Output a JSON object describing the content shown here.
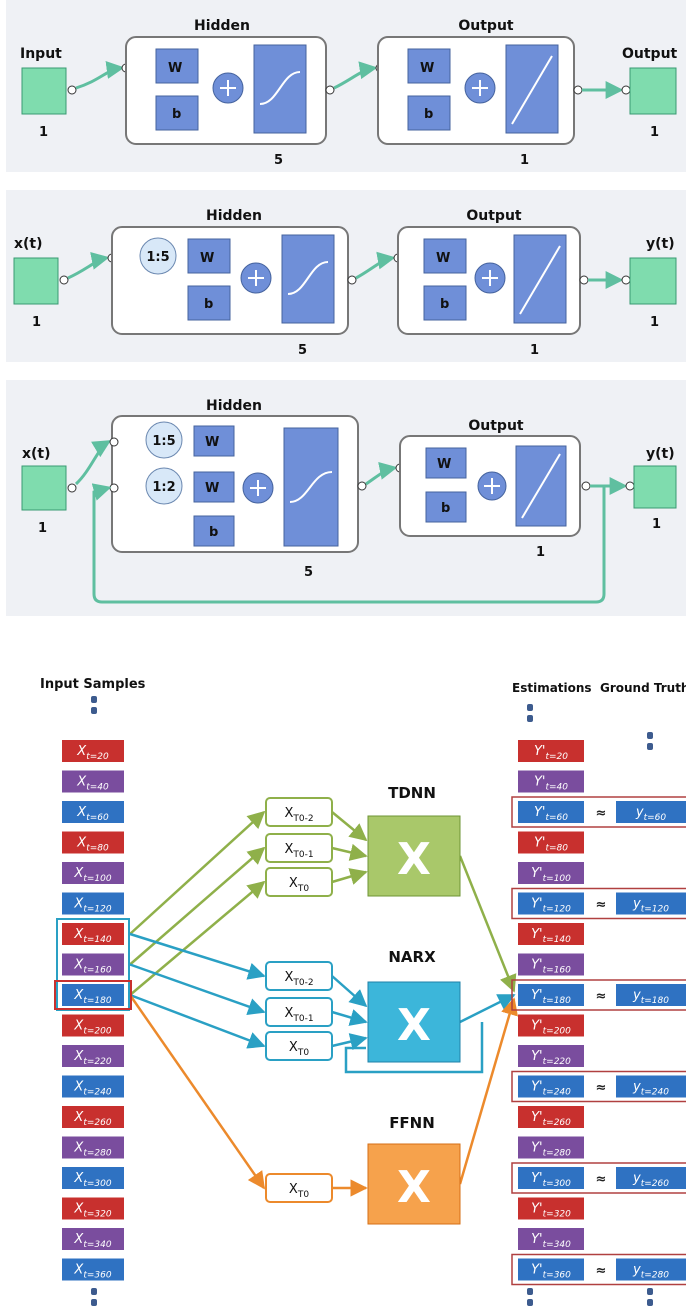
{
  "networks": [
    {
      "input_label": "Input",
      "input_size": "1",
      "hidden_label": "Hidden",
      "hidden_size": "5",
      "output_label": "Output",
      "output_size": "1",
      "result_label": "Output",
      "result_size": "1",
      "w": "W",
      "b": "b"
    },
    {
      "input_label": "x(t)",
      "input_size": "1",
      "hidden_label": "Hidden",
      "hidden_size": "5",
      "output_label": "Output",
      "output_size": "1",
      "result_label": "y(t)",
      "result_size": "1",
      "delay": "1:5",
      "w": "W",
      "b": "b"
    },
    {
      "input_label": "x(t)",
      "input_size": "1",
      "hidden_label": "Hidden",
      "hidden_size": "5",
      "output_label": "Output",
      "output_size": "1",
      "result_label": "y(t)",
      "result_size": "1",
      "delay_input": "1:5",
      "delay_feedback": "1:2",
      "w": "W",
      "b": "b"
    }
  ],
  "samples_diagram": {
    "input_samples_title": "Input Samples",
    "estimations_title": "Estimations",
    "ground_truth_title": "Ground Truth",
    "approx": "≈",
    "colors": {
      "red": "#c8302e",
      "purple": "#7a4d9e",
      "blue": "#2f72c2",
      "green": "#8fb04a",
      "teal": "#2aa0c4",
      "orange": "#ec8a2c"
    },
    "input_samples": [
      {
        "base": "X",
        "sub": "t=20",
        "color": "red"
      },
      {
        "base": "X",
        "sub": "t=40",
        "color": "purple"
      },
      {
        "base": "X",
        "sub": "t=60",
        "color": "blue"
      },
      {
        "base": "X",
        "sub": "t=80",
        "color": "red"
      },
      {
        "base": "X",
        "sub": "t=100",
        "color": "purple"
      },
      {
        "base": "X",
        "sub": "t=120",
        "color": "blue"
      },
      {
        "base": "X",
        "sub": "t=140",
        "color": "red"
      },
      {
        "base": "X",
        "sub": "t=160",
        "color": "purple"
      },
      {
        "base": "X",
        "sub": "t=180",
        "color": "blue"
      },
      {
        "base": "X",
        "sub": "t=200",
        "color": "red"
      },
      {
        "base": "X",
        "sub": "t=220",
        "color": "purple"
      },
      {
        "base": "X",
        "sub": "t=240",
        "color": "blue"
      },
      {
        "base": "X",
        "sub": "t=260",
        "color": "red"
      },
      {
        "base": "X",
        "sub": "t=280",
        "color": "purple"
      },
      {
        "base": "X",
        "sub": "t=300",
        "color": "blue"
      },
      {
        "base": "X",
        "sub": "t=320",
        "color": "red"
      },
      {
        "base": "X",
        "sub": "t=340",
        "color": "purple"
      },
      {
        "base": "X",
        "sub": "t=360",
        "color": "blue"
      }
    ],
    "estimations": [
      {
        "base": "Y'",
        "sub": "t=20",
        "color": "red"
      },
      {
        "base": "Y'",
        "sub": "t=40",
        "color": "purple"
      },
      {
        "base": "Y'",
        "sub": "t=60",
        "color": "blue"
      },
      {
        "base": "Y'",
        "sub": "t=80",
        "color": "red"
      },
      {
        "base": "Y'",
        "sub": "t=100",
        "color": "purple"
      },
      {
        "base": "Y'",
        "sub": "t=120",
        "color": "blue"
      },
      {
        "base": "Y'",
        "sub": "t=140",
        "color": "red"
      },
      {
        "base": "Y'",
        "sub": "t=160",
        "color": "purple"
      },
      {
        "base": "Y'",
        "sub": "t=180",
        "color": "blue"
      },
      {
        "base": "Y'",
        "sub": "t=200",
        "color": "red"
      },
      {
        "base": "Y'",
        "sub": "t=220",
        "color": "purple"
      },
      {
        "base": "Y'",
        "sub": "t=240",
        "color": "blue"
      },
      {
        "base": "Y'",
        "sub": "t=260",
        "color": "red"
      },
      {
        "base": "Y'",
        "sub": "t=280",
        "color": "purple"
      },
      {
        "base": "Y'",
        "sub": "t=300",
        "color": "blue"
      },
      {
        "base": "Y'",
        "sub": "t=320",
        "color": "red"
      },
      {
        "base": "Y'",
        "sub": "t=340",
        "color": "purple"
      },
      {
        "base": "Y'",
        "sub": "t=360",
        "color": "blue"
      }
    ],
    "ground_truth": [
      {
        "row": 2,
        "base": "y",
        "sub": "t=60"
      },
      {
        "row": 5,
        "base": "y",
        "sub": "t=120"
      },
      {
        "row": 8,
        "base": "y",
        "sub": "t=180"
      },
      {
        "row": 11,
        "base": "y",
        "sub": "t=240"
      },
      {
        "row": 14,
        "base": "y",
        "sub": "t=260"
      },
      {
        "row": 17,
        "base": "y",
        "sub": "t=280"
      }
    ],
    "models": [
      {
        "name": "TDNN",
        "color": "green",
        "inputs": [
          [
            "X",
            "T0-2"
          ],
          [
            "X",
            "T0-1"
          ],
          [
            "X",
            "T0"
          ]
        ]
      },
      {
        "name": "NARX",
        "color": "teal",
        "inputs": [
          [
            "X",
            "T0-2"
          ],
          [
            "X",
            "T0-1"
          ],
          [
            "X",
            "T0"
          ]
        ]
      },
      {
        "name": "FFNN",
        "color": "orange",
        "inputs": [
          [
            "X",
            "T0"
          ]
        ]
      }
    ],
    "model_symbol": "X"
  }
}
